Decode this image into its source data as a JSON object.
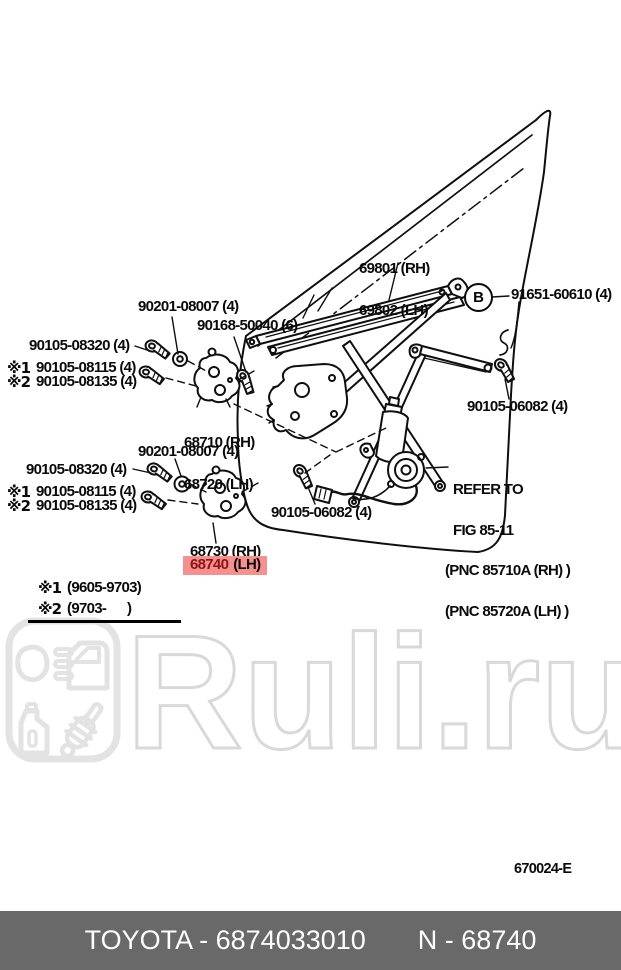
{
  "colors": {
    "highlight_bg": "#f5908f",
    "highlight_text": "#8c1414",
    "footer_bg": "#696969",
    "watermark": "#dcdcdc",
    "line": "#0f0f0f"
  },
  "watermark": {
    "brand": "Ruli.ru"
  },
  "footer": {
    "left": "TOYOTA - 6874033010",
    "right": "N - 68740"
  },
  "fig_code": "670024-E",
  "marker_b": "B",
  "labels": {
    "p90201_top": "90201-08007 (4)",
    "p90168": "90168-50040 (6)",
    "p08320_top": "90105-08320 (4)",
    "mark1": "※1",
    "mark2": "※2",
    "p08115_top": "90105-08115 (4)",
    "p08135_top": "90105-08135 (4)",
    "glass_rh": "69801 (RH)",
    "glass_lh": "69802 (LH)",
    "p91651": "91651-60610 (4)",
    "p06082_right": "90105-06082 (4)",
    "hinge_up_rh": "68710 (RH)",
    "hinge_up_lh": "68720 (LH)",
    "p90201_bot": "90201-08007 (4)",
    "p08320_bot": "90105-08320 (4)",
    "p08115_bot": "90105-08115 (4)",
    "p08135_bot": "90105-08135 (4)",
    "p06082_mid": "90105-06082 (4)",
    "refer1": "REFER TO",
    "refer2": "FIG 85-11",
    "refer3": "(PNC 85710A (RH) )",
    "refer4": "(PNC 85720A (LH) )",
    "hinge_lo_rh": "68730 (RH)",
    "hinge_lo_code": "68740",
    "hinge_lo_side": "(LH)",
    "note1": "(9605-9703)",
    "note2": "(9703-      )"
  }
}
